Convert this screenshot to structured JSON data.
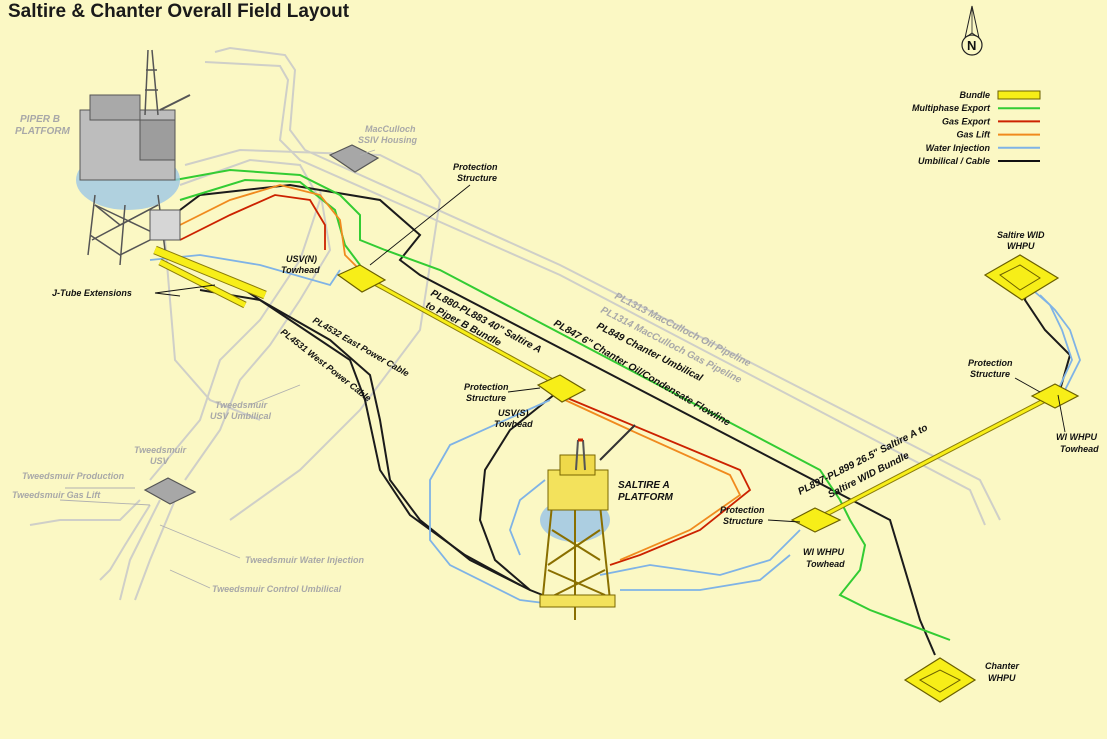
{
  "title": "Saltire & Chanter Overall Field Layout",
  "compass": {
    "label": "N"
  },
  "legend": [
    {
      "label": "Bundle",
      "color": "#f7ee18",
      "kind": "box"
    },
    {
      "label": "Multiphase Export",
      "color": "#33cc33",
      "kind": "line"
    },
    {
      "label": "Gas Export",
      "color": "#cc2200",
      "kind": "line"
    },
    {
      "label": "Gas Lift",
      "color": "#f08a1e",
      "kind": "line"
    },
    {
      "label": "Water Injection",
      "color": "#7fb3e6",
      "kind": "line"
    },
    {
      "label": "Umbilical / Cable",
      "color": "#111111",
      "kind": "line"
    }
  ],
  "labels": {
    "piper_b": [
      "PIPER B",
      "PLATFORM"
    ],
    "macculloch": [
      "MacCulloch",
      "SSIV Housing"
    ],
    "protection_1": [
      "Protection",
      "Structure"
    ],
    "usv_n": [
      "USV(N)",
      "Towhead"
    ],
    "jtube": "J-Tube Extensions",
    "pl4532": "PL4532 East Power Cable",
    "pl4531": "PL4531 West Power Cable",
    "bundle_piper": [
      "PL880-PL883 40\" Saltire A",
      "to Piper B Bundle"
    ],
    "pl847": "PL847 6\" Chanter Oil/Condensate Flowline",
    "pl849": "PL849 Chanter Umbilical",
    "pl1314": "PL1314 MacCulloch Gas Pipeline",
    "pl1313": "PL1313 MacCulloch Oil Pipeline",
    "protection_2": [
      "Protection",
      "Structure"
    ],
    "usv_s": [
      "USV(S)",
      "Towhead"
    ],
    "saltire_a": [
      "SALTIRE A",
      "PLATFORM"
    ],
    "tweedsmuir_usv_umb": [
      "Tweedsmuir",
      "USV Umbilical"
    ],
    "tweedsmuir_usv": [
      "Tweedsmuir",
      "USV"
    ],
    "tw_production": "Tweedsmuir Production",
    "tw_gas_lift": "Tweedsmuir Gas Lift",
    "tw_water": "Tweedsmuir Water Injection",
    "tw_control": "Tweedsmuir Control Umbilical",
    "protection_3": [
      "Protection",
      "Structure"
    ],
    "wi_whpu_towhead_1": [
      "WI WHPU",
      "Towhead"
    ],
    "bundle_wid": [
      "PL897-PL899 26.5\" Saltire A to",
      "Saltire WID Bundle"
    ],
    "protection_4": [
      "Protection",
      "Structure"
    ],
    "wi_whpu_towhead_2": [
      "WI WHPU",
      "Towhead"
    ],
    "saltire_wid": [
      "Saltire WID",
      "WHPU"
    ],
    "chanter_whpu": [
      "Chanter",
      "WHPU"
    ]
  }
}
